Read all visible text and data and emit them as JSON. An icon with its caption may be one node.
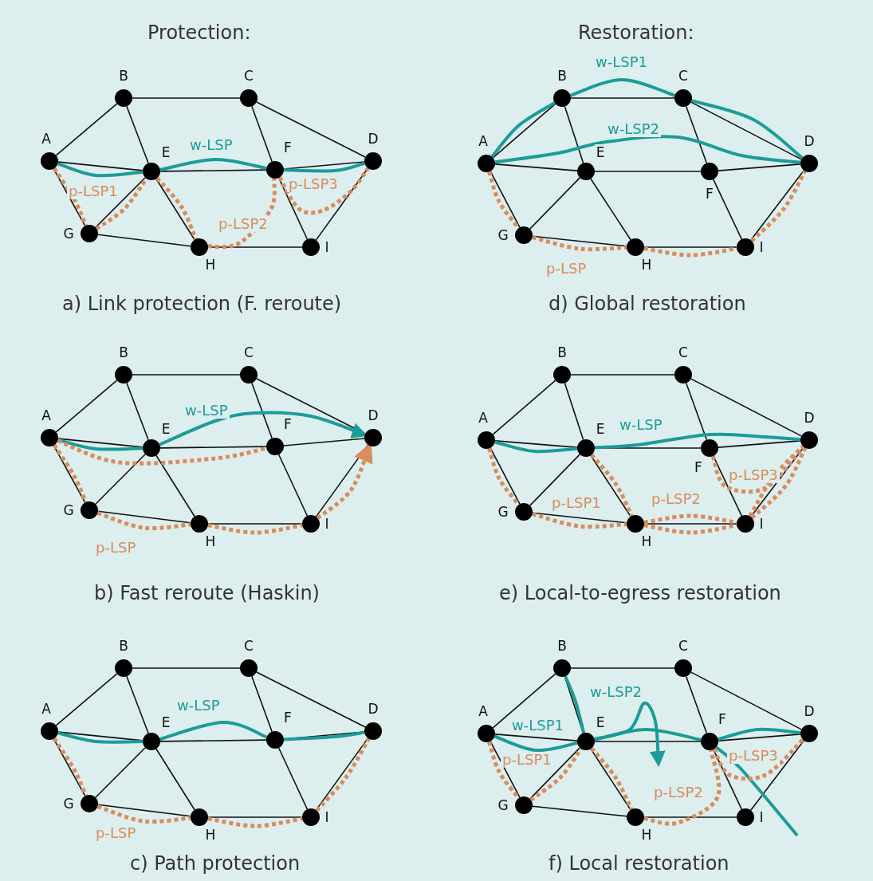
{
  "diagram": {
    "nodes": [
      {
        "text": [
          "A"
        ]
      },
      {
        "text": [
          "B"
        ]
      },
      {
        "text": [
          "C"
        ]
      },
      {
        "text": [
          "D"
        ]
      },
      {
        "text": [
          "E"
        ]
      },
      {
        "text": [
          "F"
        ]
      },
      {
        "text": [
          "G"
        ]
      },
      {
        "text": [
          "H"
        ]
      },
      {
        "text": [
          "I"
        ]
      },
      {
        "text": [
          "A"
        ]
      },
      {
        "text": [
          "B"
        ]
      },
      {
        "text": [
          "C"
        ]
      },
      {
        "text": [
          "D"
        ]
      },
      {
        "text": [
          "E"
        ]
      },
      {
        "text": [
          "F"
        ]
      },
      {
        "text": [
          "G"
        ]
      },
      {
        "text": [
          "H"
        ]
      },
      {
        "text": [
          "I"
        ]
      },
      {
        "text": [
          "A"
        ]
      },
      {
        "text": [
          "B"
        ]
      },
      {
        "text": [
          "C"
        ]
      },
      {
        "text": [
          "D"
        ]
      },
      {
        "text": [
          "E"
        ]
      },
      {
        "text": [
          "F"
        ]
      },
      {
        "text": [
          "G"
        ]
      },
      {
        "text": [
          "H"
        ]
      },
      {
        "text": [
          "I"
        ]
      },
      {
        "text": [
          "A"
        ]
      },
      {
        "text": [
          "B"
        ]
      },
      {
        "text": [
          "C"
        ]
      },
      {
        "text": [
          "D"
        ]
      },
      {
        "text": [
          "E"
        ]
      },
      {
        "text": [
          "F"
        ]
      },
      {
        "text": [
          "G"
        ]
      },
      {
        "text": [
          "H"
        ]
      },
      {
        "text": [
          "I"
        ]
      },
      {
        "text": [
          "A"
        ]
      },
      {
        "text": [
          "B"
        ]
      },
      {
        "text": [
          "C"
        ]
      },
      {
        "text": [
          "D"
        ]
      },
      {
        "text": [
          "E"
        ]
      },
      {
        "text": [
          "F"
        ]
      },
      {
        "text": [
          "G"
        ]
      },
      {
        "text": [
          "H"
        ]
      },
      {
        "text": [
          "I"
        ]
      },
      {
        "text": [
          "A"
        ]
      },
      {
        "text": [
          "B"
        ]
      },
      {
        "text": [
          "C"
        ]
      },
      {
        "text": [
          "D"
        ]
      },
      {
        "text": [
          "E"
        ]
      },
      {
        "text": [
          "F"
        ]
      },
      {
        "text": [
          "G"
        ]
      },
      {
        "text": [
          "H"
        ]
      },
      {
        "text": [
          "I"
        ]
      }
    ],
    "edges": [
      {
        "from": 0,
        "to": 1,
        "arrow": "none"
      },
      {
        "from": 0,
        "to": 4,
        "arrow": "none"
      },
      {
        "from": 0,
        "to": 6,
        "arrow": "none"
      },
      {
        "from": 1,
        "to": 2,
        "arrow": "none"
      },
      {
        "from": 1,
        "to": 4,
        "arrow": "none"
      },
      {
        "from": 2,
        "to": 5,
        "arrow": "none"
      },
      {
        "from": 2,
        "to": 3,
        "arrow": "none"
      },
      {
        "from": 4,
        "to": 5,
        "arrow": "none"
      },
      {
        "from": 4,
        "to": 6,
        "arrow": "none"
      },
      {
        "from": 4,
        "to": 7,
        "arrow": "none"
      },
      {
        "from": 5,
        "to": 3,
        "arrow": "none"
      },
      {
        "from": 5,
        "to": 8,
        "arrow": "none"
      },
      {
        "from": 6,
        "to": 7,
        "arrow": "none"
      },
      {
        "from": 7,
        "to": 8,
        "arrow": "none"
      },
      {
        "from": 8,
        "to": 3,
        "arrow": "none"
      },
      {
        "from": 9,
        "to": 10,
        "arrow": "none"
      },
      {
        "from": 9,
        "to": 13,
        "arrow": "none"
      },
      {
        "from": 9,
        "to": 15,
        "arrow": "none"
      },
      {
        "from": 10,
        "to": 11,
        "arrow": "none"
      },
      {
        "from": 10,
        "to": 13,
        "arrow": "none"
      },
      {
        "from": 11,
        "to": 14,
        "arrow": "none"
      },
      {
        "from": 11,
        "to": 12,
        "arrow": "none"
      },
      {
        "from": 13,
        "to": 14,
        "arrow": "none"
      },
      {
        "from": 13,
        "to": 15,
        "arrow": "none"
      },
      {
        "from": 13,
        "to": 16,
        "arrow": "none"
      },
      {
        "from": 14,
        "to": 12,
        "arrow": "none"
      },
      {
        "from": 14,
        "to": 17,
        "arrow": "none"
      },
      {
        "from": 15,
        "to": 16,
        "arrow": "none"
      },
      {
        "from": 16,
        "to": 17,
        "arrow": "none"
      },
      {
        "from": 17,
        "to": 12,
        "arrow": "none"
      },
      {
        "from": 18,
        "to": 19,
        "arrow": "none"
      },
      {
        "from": 18,
        "to": 22,
        "arrow": "none"
      },
      {
        "from": 18,
        "to": 24,
        "arrow": "none"
      },
      {
        "from": 19,
        "to": 20,
        "arrow": "none"
      },
      {
        "from": 19,
        "to": 22,
        "arrow": "none"
      },
      {
        "from": 20,
        "to": 23,
        "arrow": "none"
      },
      {
        "from": 20,
        "to": 21,
        "arrow": "none"
      },
      {
        "from": 22,
        "to": 23,
        "arrow": "none"
      },
      {
        "from": 22,
        "to": 24,
        "arrow": "none"
      },
      {
        "from": 22,
        "to": 25,
        "arrow": "none"
      },
      {
        "from": 23,
        "to": 21,
        "arrow": "none"
      },
      {
        "from": 23,
        "to": 26,
        "arrow": "none"
      },
      {
        "from": 24,
        "to": 25,
        "arrow": "none"
      },
      {
        "from": 25,
        "to": 26,
        "arrow": "none"
      },
      {
        "from": 26,
        "to": 21,
        "arrow": "none"
      },
      {
        "from": 27,
        "to": 28,
        "arrow": "none"
      },
      {
        "from": 27,
        "to": 31,
        "arrow": "none"
      },
      {
        "from": 27,
        "to": 33,
        "arrow": "none"
      },
      {
        "from": 28,
        "to": 29,
        "arrow": "none"
      },
      {
        "from": 28,
        "to": 31,
        "arrow": "none"
      },
      {
        "from": 29,
        "to": 32,
        "arrow": "none"
      },
      {
        "from": 29,
        "to": 30,
        "arrow": "none"
      },
      {
        "from": 31,
        "to": 32,
        "arrow": "none"
      },
      {
        "from": 31,
        "to": 33,
        "arrow": "none"
      },
      {
        "from": 31,
        "to": 34,
        "arrow": "none"
      },
      {
        "from": 32,
        "to": 30,
        "arrow": "none"
      },
      {
        "from": 32,
        "to": 35,
        "arrow": "none"
      },
      {
        "from": 33,
        "to": 34,
        "arrow": "none"
      },
      {
        "from": 34,
        "to": 35,
        "arrow": "none"
      },
      {
        "from": 35,
        "to": 30,
        "arrow": "none"
      },
      {
        "from": 36,
        "to": 37,
        "arrow": "none"
      },
      {
        "from": 36,
        "to": 40,
        "arrow": "none"
      },
      {
        "from": 36,
        "to": 42,
        "arrow": "none"
      },
      {
        "from": 37,
        "to": 38,
        "arrow": "none"
      },
      {
        "from": 37,
        "to": 40,
        "arrow": "none"
      },
      {
        "from": 38,
        "to": 41,
        "arrow": "none"
      },
      {
        "from": 38,
        "to": 39,
        "arrow": "none"
      },
      {
        "from": 40,
        "to": 41,
        "arrow": "none"
      },
      {
        "from": 40,
        "to": 42,
        "arrow": "none"
      },
      {
        "from": 40,
        "to": 43,
        "arrow": "none"
      },
      {
        "from": 41,
        "to": 39,
        "arrow": "none"
      },
      {
        "from": 41,
        "to": 44,
        "arrow": "none"
      },
      {
        "from": 42,
        "to": 43,
        "arrow": "none"
      },
      {
        "from": 43,
        "to": 44,
        "arrow": "none"
      },
      {
        "from": 44,
        "to": 39,
        "arrow": "none"
      },
      {
        "from": 45,
        "to": 46,
        "arrow": "none"
      },
      {
        "from": 45,
        "to": 49,
        "arrow": "none"
      },
      {
        "from": 45,
        "to": 51,
        "arrow": "none"
      },
      {
        "from": 46,
        "to": 47,
        "arrow": "none"
      },
      {
        "from": 46,
        "to": 49,
        "arrow": "none"
      },
      {
        "from": 47,
        "to": 50,
        "arrow": "none"
      },
      {
        "from": 47,
        "to": 48,
        "arrow": "none"
      },
      {
        "from": 49,
        "to": 50,
        "arrow": "none"
      },
      {
        "from": 49,
        "to": 51,
        "arrow": "none"
      },
      {
        "from": 49,
        "to": 52,
        "arrow": "none"
      },
      {
        "from": 50,
        "to": 48,
        "arrow": "none"
      },
      {
        "from": 50,
        "to": 53,
        "arrow": "none"
      },
      {
        "from": 51,
        "to": 52,
        "arrow": "none"
      },
      {
        "from": 52,
        "to": 53,
        "arrow": "none"
      },
      {
        "from": 53,
        "to": 48,
        "arrow": "none"
      },
      {
        "from": 0,
        "to": 4,
        "arrow": "none",
        "style": "thick",
        "color": "#1c9c98"
      },
      {
        "from": 4,
        "to": 5,
        "arrow": "none",
        "style": "thick",
        "color": "#1c9c98"
      },
      {
        "from": 5,
        "to": 3,
        "arrow": "none",
        "style": "thick",
        "color": "#1c9c98"
      },
      {
        "from": 0,
        "to": 6,
        "arrow": "none",
        "style": "dashed",
        "color": "#d98c5c"
      },
      {
        "from": 6,
        "to": 4,
        "arrow": "none",
        "style": "dashed",
        "color": "#d98c5c"
      },
      {
        "from": 4,
        "to": 7,
        "arrow": "none",
        "style": "dashed",
        "color": "#d98c5c"
      },
      {
        "from": 7,
        "to": 5,
        "arrow": "none",
        "style": "dashed",
        "color": "#d98c5c"
      },
      {
        "from": 5,
        "to": 3,
        "arrow": "none",
        "style": "dashed",
        "color": "#d98c5c"
      },
      {
        "from": 9,
        "to": 13,
        "arrow": "none",
        "style": "thick",
        "color": "#1c9c98"
      },
      {
        "from": 13,
        "to": 12,
        "arrow": "to",
        "style": "thick",
        "color": "#1c9c98"
      },
      {
        "from": 9,
        "to": 14,
        "arrow": "none",
        "style": "dashed",
        "color": "#d98c5c"
      },
      {
        "from": 9,
        "to": 15,
        "arrow": "none",
        "style": "dashed",
        "color": "#d98c5c"
      },
      {
        "from": 15,
        "to": 16,
        "arrow": "none",
        "style": "dashed",
        "color": "#d98c5c"
      },
      {
        "from": 16,
        "to": 17,
        "arrow": "none",
        "style": "dashed",
        "color": "#d98c5c"
      },
      {
        "from": 17,
        "to": 12,
        "arrow": "to",
        "style": "dashed",
        "color": "#d98c5c"
      },
      {
        "from": 18,
        "to": 22,
        "arrow": "none",
        "style": "thick",
        "color": "#1c9c98"
      },
      {
        "from": 22,
        "to": 23,
        "arrow": "none",
        "style": "thick",
        "color": "#1c9c98"
      },
      {
        "from": 23,
        "to": 21,
        "arrow": "none",
        "style": "thick",
        "color": "#1c9c98"
      },
      {
        "from": 18,
        "to": 24,
        "arrow": "none",
        "style": "dashed",
        "color": "#d98c5c"
      },
      {
        "from": 24,
        "to": 25,
        "arrow": "none",
        "style": "dashed",
        "color": "#d98c5c"
      },
      {
        "from": 25,
        "to": 26,
        "arrow": "none",
        "style": "dashed",
        "color": "#d98c5c"
      },
      {
        "from": 26,
        "to": 21,
        "arrow": "none",
        "style": "dashed",
        "color": "#d98c5c"
      },
      {
        "from": 27,
        "to": 28,
        "arrow": "none",
        "style": "thick",
        "color": "#1c9c98"
      },
      {
        "from": 28,
        "to": 29,
        "arrow": "none",
        "style": "thick",
        "color": "#1c9c98"
      },
      {
        "from": 29,
        "to": 30,
        "arrow": "none",
        "style": "thick",
        "color": "#1c9c98"
      },
      {
        "from": 27,
        "to": 30,
        "arrow": "none",
        "style": "thick",
        "color": "#1c9c98"
      },
      {
        "from": 27,
        "to": 33,
        "arrow": "none",
        "style": "dashed",
        "color": "#d98c5c"
      },
      {
        "from": 33,
        "to": 34,
        "arrow": "none",
        "style": "dashed",
        "color": "#d98c5c"
      },
      {
        "from": 34,
        "to": 35,
        "arrow": "none",
        "style": "dashed",
        "color": "#d98c5c"
      },
      {
        "from": 35,
        "to": 30,
        "arrow": "none",
        "style": "dashed",
        "color": "#d98c5c"
      },
      {
        "from": 36,
        "to": 40,
        "arrow": "none",
        "style": "thick",
        "color": "#1c9c98"
      },
      {
        "from": 40,
        "to": 39,
        "arrow": "none",
        "style": "thick",
        "color": "#1c9c98"
      },
      {
        "from": 41,
        "to": 39,
        "arrow": "none",
        "style": "dashed",
        "color": "#d98c5c"
      },
      {
        "from": 36,
        "to": 42,
        "arrow": "none",
        "style": "dashed",
        "color": "#d98c5c"
      },
      {
        "from": 42,
        "to": 43,
        "arrow": "none",
        "style": "dashed",
        "color": "#d98c5c"
      },
      {
        "from": 43,
        "to": 44,
        "arrow": "none",
        "style": "dashed",
        "color": "#d98c5c"
      },
      {
        "from": 44,
        "to": 39,
        "arrow": "none",
        "style": "dashed",
        "color": "#d98c5c"
      },
      {
        "from": 40,
        "to": 43,
        "arrow": "none",
        "style": "dashed",
        "color": "#d98c5c"
      },
      {
        "from": 43,
        "to": 44,
        "arrow": "none",
        "style": "dashed",
        "color": "#d98c5c"
      },
      {
        "from": 44,
        "to": 39,
        "arrow": "none",
        "style": "dashed",
        "color": "#d98c5c"
      },
      {
        "from": 45,
        "to": 49,
        "arrow": "none",
        "style": "thick",
        "color": "#1c9c98"
      },
      {
        "from": 49,
        "to": 50,
        "arrow": "none",
        "style": "thick",
        "color": "#1c9c98"
      },
      {
        "from": 50,
        "to": 48,
        "arrow": "none",
        "style": "thick",
        "color": "#1c9c98"
      },
      {
        "from": 46,
        "to": 49,
        "arrow": "none",
        "style": "thick",
        "color": "#1c9c98"
      },
      {
        "from": 49,
        "to": null,
        "arrow": "to",
        "style": "thick",
        "color": "#1c9c98"
      },
      {
        "from": 50,
        "to": null,
        "arrow": "none",
        "style": "thick",
        "color": "#1c9c98"
      },
      {
        "from": 45,
        "to": 51,
        "arrow": "none",
        "style": "dashed",
        "color": "#d98c5c"
      },
      {
        "from": 51,
        "to": 49,
        "arrow": "none",
        "style": "dashed",
        "color": "#d98c5c"
      },
      {
        "from": 49,
        "to": 52,
        "arrow": "none",
        "style": "dashed",
        "color": "#d98c5c"
      },
      {
        "from": 52,
        "to": 50,
        "arrow": "none",
        "style": "dashed",
        "color": "#d98c5c"
      },
      {
        "from": 50,
        "to": 48,
        "arrow": "none",
        "style": "dashed",
        "color": "#d98c5c"
      }
    ],
    "labels": [
      "Protection:",
      "Restoration:",
      "w-LSP",
      "p-LSP1",
      "p-LSP3",
      "p-LSP2",
      "w-LSP1",
      "w-LSP2",
      "p-LSP",
      "a) Link protection (F. reroute)",
      "d) Global restoration",
      "w-LSP",
      "p-LSP",
      "w-LSP",
      "p-LSP3",
      "p-LSP1",
      "p-LSP2",
      "b) Fast reroute (Haskin)",
      "e) Local-to-egress restoration",
      "w-LSP",
      "p-LSP",
      "w-LSP2",
      "w-LSP1",
      "p-LSP1",
      "p-LSP3",
      "p-LSP2",
      "c) Path protection",
      "f) Local restoration"
    ]
  }
}
